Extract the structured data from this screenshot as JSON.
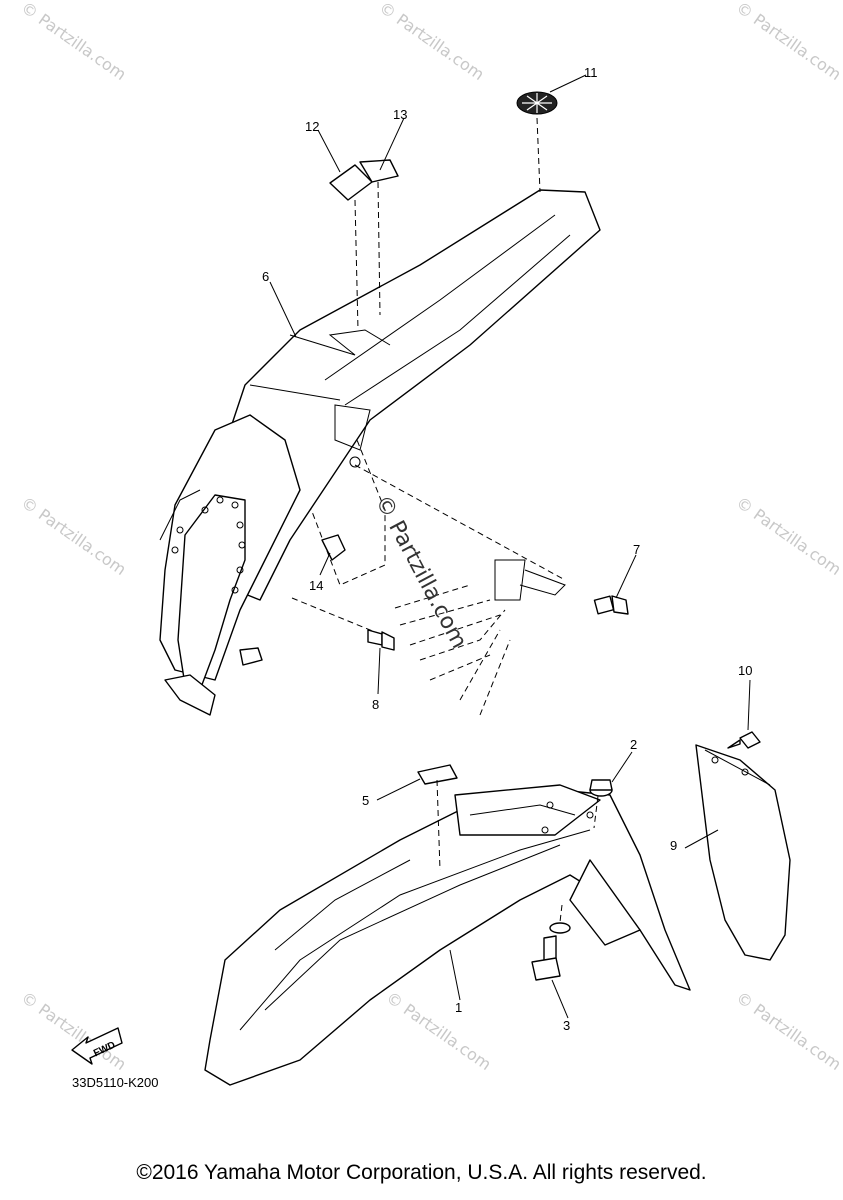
{
  "watermarks": {
    "corner": "© Partzilla.com",
    "center": "© Partzilla.com"
  },
  "callouts": [
    "1",
    "2",
    "3",
    "5",
    "6",
    "7",
    "8",
    "9",
    "10",
    "11",
    "12",
    "13",
    "14"
  ],
  "fwd_label": "FWD",
  "diagram_code": "33D5110-K200",
  "copyright": "©2016 Yamaha Motor Corporation, U.S.A. All rights reserved."
}
